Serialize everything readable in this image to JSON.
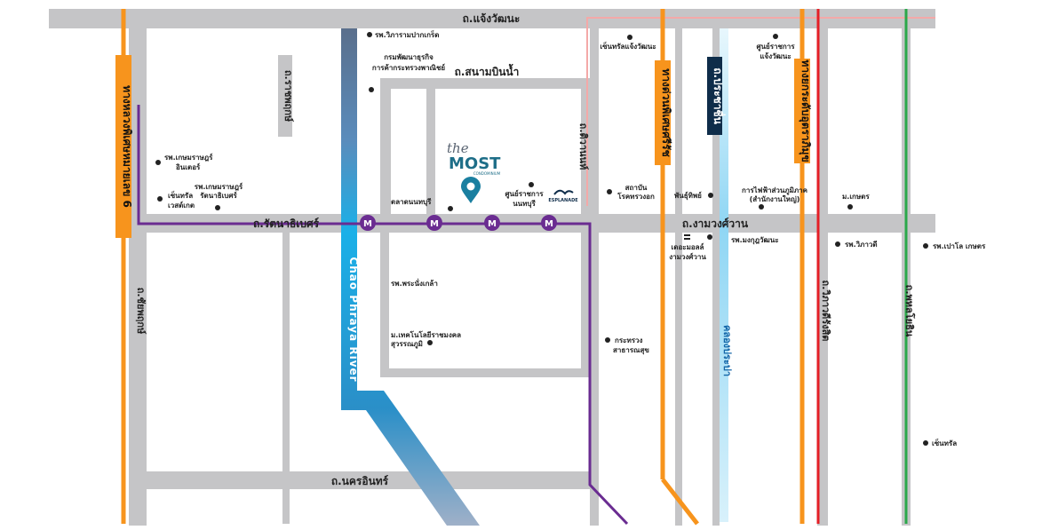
{
  "roads": {
    "chaeng_watthana": "ถ.แจ้งวัฒนะ",
    "sanam_bin_nam": "ถ.สนามบินน้ำ",
    "rattanathibet": "ถ.รัตนาธิเบศร์",
    "ngam_wong_wan": "ถ.งามวงศ์วาน",
    "nakhon_in": "ถ.นครอินทร์",
    "ratchaphruek": "ถ.ราชพฤกษ์",
    "tiwanon": "ถ.ติวานนท์",
    "chaloem_phrakiat": "ถ.ชัยพฤกษ์",
    "pracha_chuen": "ถ.ประชาชื่น",
    "vibhavadi": "ถ.วิภาวดีรังสิต",
    "phahon_yothin": "ถ.พหลโยธิน",
    "hw_kanchanaphisek": "ทางหลวงพิเศษหมายเลข 6",
    "hw_si_rat": "ทางด่วนพิเศษศรีรัช",
    "hw_udon_ratthaya": "ทางยกระดับอุตราภิมุข"
  },
  "river": "Chao Phraya River",
  "canal": "คลองประปา",
  "brand": {
    "name_top": "the",
    "name_main": "MOST",
    "tagline": "CONDOMINIUM"
  },
  "esplanade": "ESPLANADE",
  "metro_symbol": "M",
  "pois": {
    "pak_kret_hospital": "รพ.วิภารามปากเกร็ด",
    "dit_1": "กรมพัฒนาธุรกิจ",
    "dit_2": "การค้ากระทรวงพาณิชย์",
    "kasemrad_center_1": "รพ.เกษมราษฎร์",
    "kasemrad_center_2": "อินเตอร์",
    "central_westgate_1": "เซ็นทรัล",
    "central_westgate_2": "เวสต์เกต",
    "kasemrad_rattanathibet_1": "รพ.เกษมราษฎร์",
    "kasemrad_rattanathibet_2": "รัตนาธิเบศร์",
    "talad_nonthaburi": "ตลาดนนทบุรี",
    "nonthaburi_gov_1": "ศูนย์ราชการ",
    "nonthaburi_gov_2": "นนทบุรี",
    "central_chaengwattana": "เซ็นทรัลแจ้งวัฒนะ",
    "gov_center_cw_1": "ศูนย์ราชการ",
    "gov_center_cw_2": "แจ้งวัฒนะ",
    "bamrasnaradura_1": "สถาบัน",
    "bamrasnaradura_2": "โรคทรวงอก",
    "phansuthip": "พันธุ์ทิพย์",
    "mea_1": "การไฟฟ้าส่วนภูมิภาค",
    "mea_2": "(สำนักงานใหญ่)",
    "kasetsart": "ม.เกษตร",
    "the_mall_1": "เดอะมอลล์",
    "the_mall_2": "งามวงศ์วาน",
    "phramongkut_hospital": "รพ.มงกุฎวัฒนะ",
    "vibhavadi_hospital": "รพ.วิภาวดี",
    "paolo_kaset": "รพ.เปาโล เกษตร",
    "phranangklao_hospital": "รพ.พระนั่งเกล้า",
    "rmutsb_1": "ม.เทคโนโลยีราชมงคล",
    "rmutsb_2": "สุวรรณภูมิ",
    "moph_1": "กระทรวง",
    "moph_2": "สาธารณสุข",
    "central_ladprao": "เซ็นทรัล"
  },
  "colors": {
    "road": "#c5c5c7",
    "purple_line": "#6a2c91",
    "orange": "#f7941d",
    "red": "#e41e26",
    "green": "#2aa84a",
    "pink": "#f4a9a8",
    "river": "#1ab0e8",
    "pin": "#1a7fa0"
  }
}
